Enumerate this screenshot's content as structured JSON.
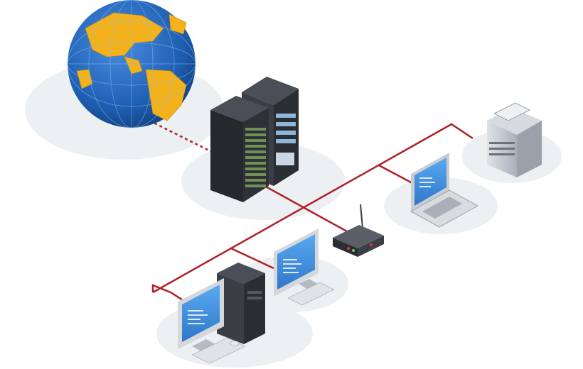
{
  "diagram": {
    "nodes": [
      {
        "id": "internet",
        "icon": "globe-icon"
      },
      {
        "id": "server-rack",
        "icon": "server-rack-icon"
      },
      {
        "id": "printer",
        "icon": "printer-icon"
      },
      {
        "id": "laptop",
        "icon": "laptop-icon"
      },
      {
        "id": "router",
        "icon": "router-icon"
      },
      {
        "id": "workstation-monitor",
        "icon": "monitor-icon"
      },
      {
        "id": "desktop-tower",
        "icon": "tower-icon"
      },
      {
        "id": "front-workstation",
        "icon": "monitor-icon"
      }
    ],
    "links": [
      {
        "from": "internet",
        "to": "server-rack",
        "style": "dotted"
      },
      {
        "from": "server-rack",
        "to": "router",
        "style": "solid"
      },
      {
        "from": "router",
        "to": "laptop",
        "style": "solid"
      },
      {
        "from": "router",
        "to": "printer",
        "style": "solid"
      },
      {
        "from": "router",
        "to": "workstation-monitor",
        "style": "solid"
      },
      {
        "from": "router",
        "to": "front-workstation",
        "style": "solid"
      }
    ]
  },
  "colors": {
    "link": "#b0202a",
    "ocean": "#1e5fb3",
    "land": "#f3b21b",
    "rack": "#2c2f34",
    "screen": "#3a8ee0",
    "shadow": "#e9ecef"
  }
}
